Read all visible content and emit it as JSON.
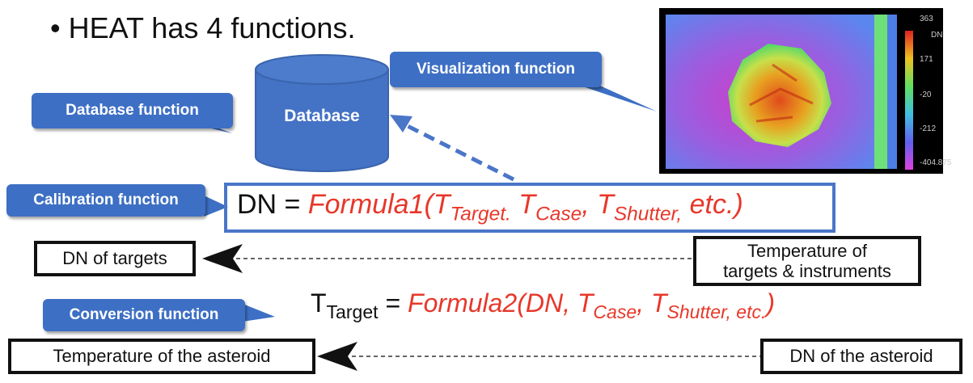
{
  "bullet": "• HEAT has 4 functions.",
  "callouts": {
    "visualization": "Visualization function",
    "database": "Database function",
    "calibration": "Calibration function",
    "conversion": "Conversion function"
  },
  "database_label": "Database",
  "formula1": {
    "lhs": "DN = ",
    "name": "Formula1(T",
    "t1": "Target.",
    "mid1": " T",
    "t2": "Case",
    "mid2": ", T",
    "t3": "Shutter,",
    "end": " etc.)"
  },
  "formula2": {
    "lhs_t": "T",
    "lhs_sub": "Target",
    "eq": " = ",
    "name": "Formula2(DN, T",
    "t1": "Case",
    "mid": ", T",
    "t2": "Shutter, etc.",
    "end": ")"
  },
  "boxes": {
    "dn_targets": "DN of targets",
    "temp_targets_line1": "Temperature of",
    "temp_targets_line2": "targets & instruments",
    "temp_asteroid": "Temperature of the asteroid",
    "dn_asteroid": "DN of the asteroid"
  },
  "colorbar": {
    "unit": "DN",
    "ticks": [
      "363",
      "171",
      "-20",
      "-212",
      "-404.875"
    ]
  },
  "colors": {
    "callout": "#3d6fc4",
    "cylinder": "#4472c4",
    "formula_red": "#e8372a",
    "formula_box_border": "#4a76c8",
    "dashed_arrow": "#4a76c8"
  }
}
